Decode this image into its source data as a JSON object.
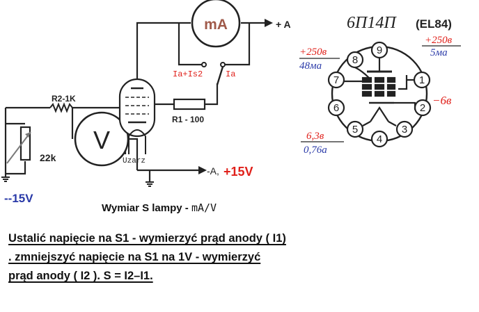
{
  "schematic": {
    "milliammeter": "mA",
    "voltmeter": "V",
    "anode_terminal": "+ A",
    "cathode_terminal": "-A,",
    "supply_plus": "+15V",
    "supply_minus": "--15V",
    "switch_left": "Ia+Is2",
    "switch_right": "Ia",
    "r1": "R1 - 100",
    "r2": "R2-1K",
    "pot": "22k",
    "heater": "Uzarz"
  },
  "pinout": {
    "title": "6П14П",
    "subtitle": "(EL84)",
    "pin9_voltage": "+250в",
    "pin9_current": "5ма",
    "pin7_voltage": "+250в",
    "pin7_current": "48ма",
    "pin2_voltage": "−6в",
    "heater_voltage": "6,3в",
    "heater_current": "0,76а",
    "pins": [
      "1",
      "2",
      "3",
      "4",
      "5",
      "6",
      "7",
      "8",
      "9"
    ]
  },
  "caption": {
    "label": "Wymiar S lampy - ",
    "unit": "mA/V"
  },
  "instructions": {
    "line1": "Ustalić napięcie na S1 - wymierzyć prąd anody ( I1)",
    "line2": ". zmniejszyć napięcie na S1 na 1V - wymierzyć",
    "line3": "prąd anody ( I2 ).  S = I2–I1."
  },
  "colors": {
    "wire": "#222222",
    "meter_label": "#a05a4a",
    "red": "#e0201a",
    "blue": "#2a3aa8",
    "pot_arrow": "#7a7a7a"
  }
}
